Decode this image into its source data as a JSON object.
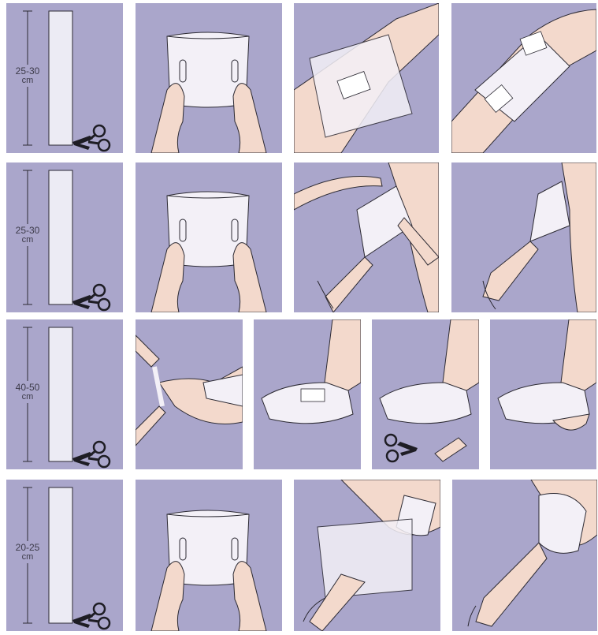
{
  "rows": [
    {
      "length": "25-30",
      "unit": "cm",
      "site": "knee"
    },
    {
      "length": "25-30",
      "unit": "cm",
      "site": "upper-arm"
    },
    {
      "length": "40-50",
      "unit": "cm",
      "site": "ankle"
    },
    {
      "length": "20-25",
      "unit": "cm",
      "site": "elbow"
    }
  ],
  "colors": {
    "panel": "#aaa6cb",
    "skin": "#f3d9cc",
    "bandage": "#f3f0f7",
    "line": "#2c2a33"
  }
}
